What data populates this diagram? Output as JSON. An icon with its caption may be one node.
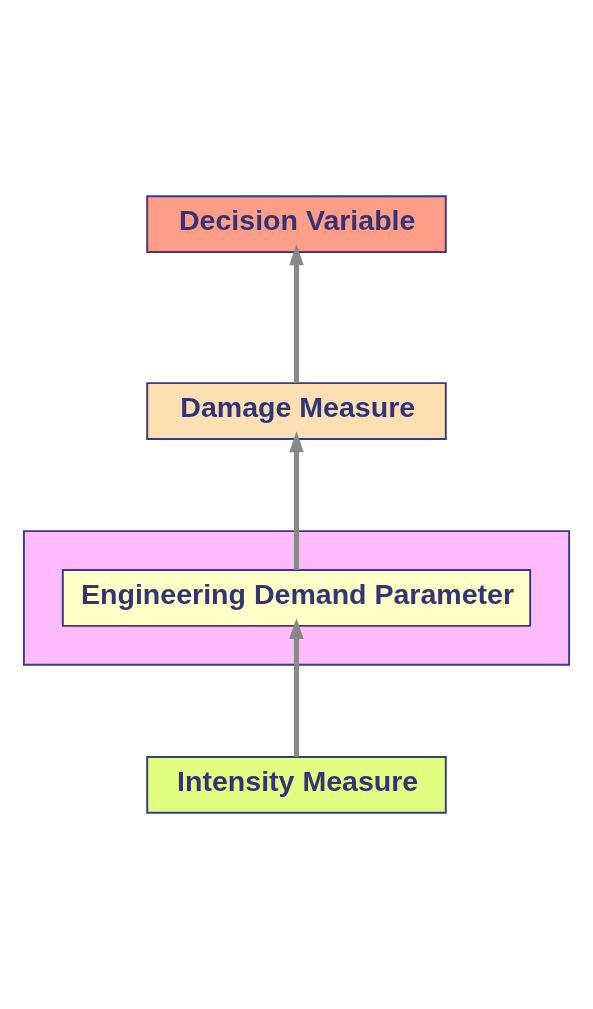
{
  "diagram": {
    "nodes": [
      {
        "text": [
          "Decision Variable"
        ]
      },
      {
        "text": [
          "Damage Measure"
        ]
      },
      {
        "text": [],
        "shape": "box"
      },
      {
        "text": [
          "Engineering Demand Parameter"
        ],
        "in": 2
      },
      {
        "text": [
          "Intensity Measure"
        ]
      }
    ],
    "edges": [
      {
        "from": 4,
        "to": 3,
        "arrow": "to"
      },
      {
        "from": 3,
        "to": 1,
        "arrow": "to"
      },
      {
        "from": 1,
        "to": 0,
        "arrow": "to"
      }
    ]
  }
}
